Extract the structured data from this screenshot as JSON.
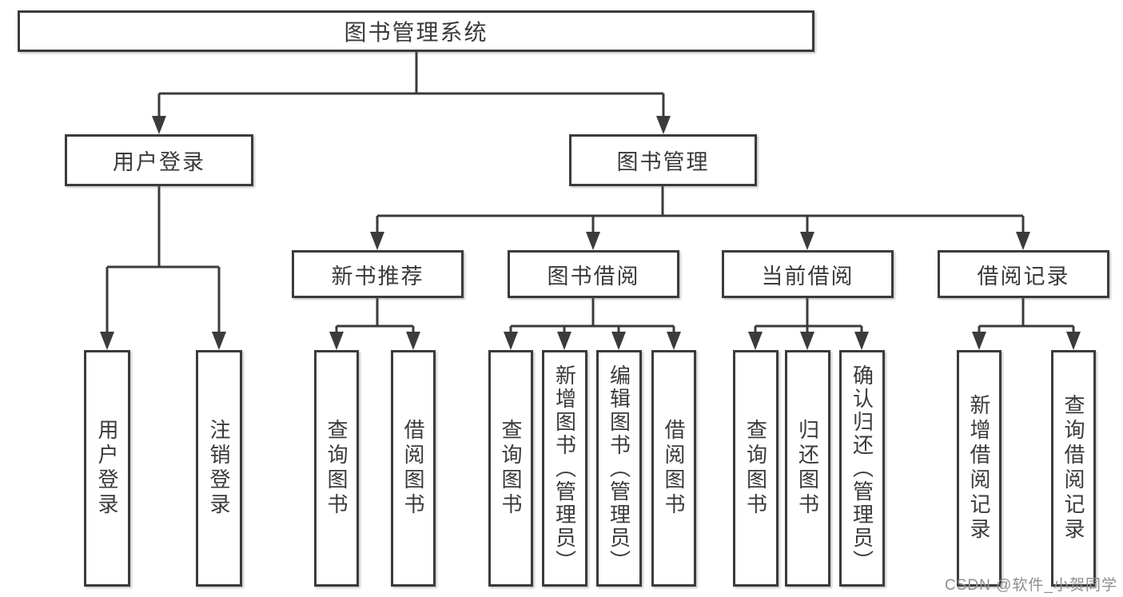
{
  "diagram_title": "图书管理系统",
  "colors": {
    "line": "#3b3b3b",
    "text": "#3a3a3a",
    "background": "#ffffff",
    "watermark": "#8f8f8f"
  },
  "root": {
    "label": "图书管理系统"
  },
  "level2": [
    {
      "label": "用户登录"
    },
    {
      "label": "图书管理"
    }
  ],
  "level3": [
    {
      "label": "新书推荐"
    },
    {
      "label": "图书借阅"
    },
    {
      "label": "当前借阅"
    },
    {
      "label": "借阅记录"
    }
  ],
  "leaves": [
    {
      "label": "用户登录"
    },
    {
      "label": "注销登录"
    },
    {
      "label": "查询图书"
    },
    {
      "label": "借阅图书"
    },
    {
      "label": "查询图书"
    },
    {
      "label": "新增图书（管理员）"
    },
    {
      "label": "编辑图书（管理员）"
    },
    {
      "label": "借阅图书"
    },
    {
      "label": "查询图书"
    },
    {
      "label": "归还图书"
    },
    {
      "label": "确认归还（管理员）"
    },
    {
      "label": "新增借阅记录"
    },
    {
      "label": "查询借阅记录"
    }
  ],
  "watermark": {
    "text": "CSDN @软件_小贺同学"
  }
}
